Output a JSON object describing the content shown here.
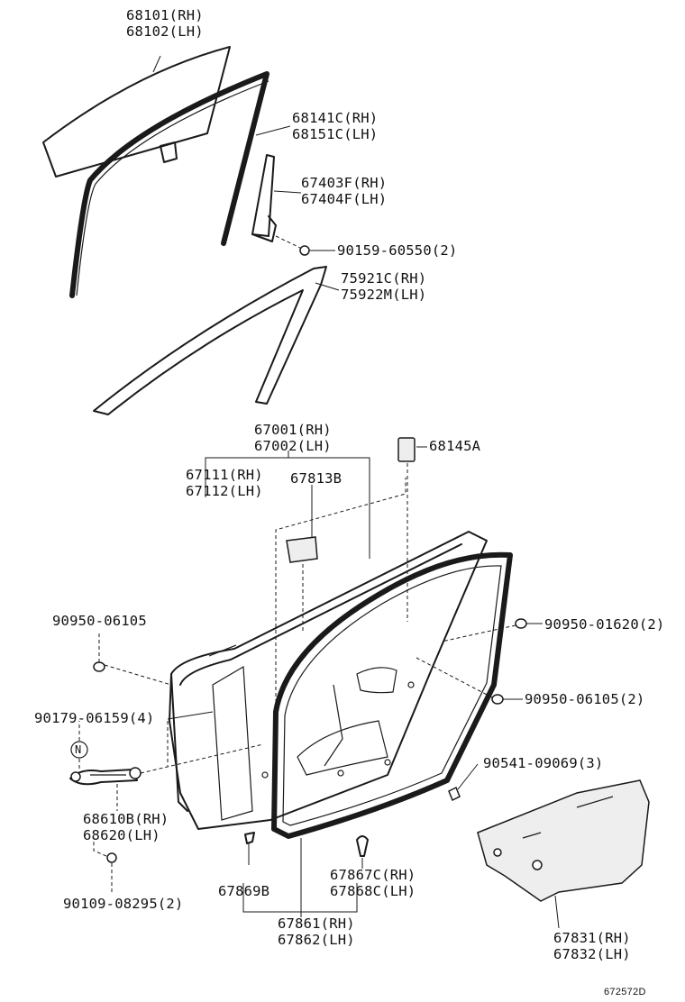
{
  "diagram": {
    "code": "672572D",
    "labels": {
      "l68101": [
        "68101(RH)",
        "68102(LH)"
      ],
      "l68141": [
        "68141C(RH)",
        "68151C(LH)"
      ],
      "l67403": [
        "67403F(RH)",
        "67404F(LH)"
      ],
      "l90159": [
        "90159-60550(2)"
      ],
      "l75921": [
        "75921C(RH)",
        "75922M(LH)"
      ],
      "l67001": [
        "67001(RH)",
        "67002(LH)"
      ],
      "l68145": [
        "68145A"
      ],
      "l67111": [
        "67111(RH)",
        "67112(LH)"
      ],
      "l67813": [
        "67813B"
      ],
      "l90950a": [
        "90950-06105"
      ],
      "l90950b": [
        "90950-01620(2)"
      ],
      "l90950c": [
        "90950-06105(2)"
      ],
      "l90179": [
        "90179-06159(4)"
      ],
      "lN": [
        "N"
      ],
      "l90541": [
        "90541-09069(3)"
      ],
      "l68610": [
        "68610B(RH)",
        "68620(LH)"
      ],
      "l90109": [
        "90109-08295(2)"
      ],
      "l67869": [
        "67869B"
      ],
      "l67867": [
        "67867C(RH)",
        "67868C(LH)"
      ],
      "l67861": [
        "67861(RH)",
        "67862(LH)"
      ],
      "l67831": [
        "67831(RH)",
        "67832(LH)"
      ]
    }
  }
}
